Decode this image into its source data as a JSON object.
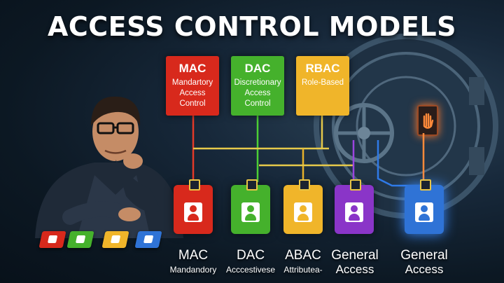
{
  "title": "ACCESS CONTROL MODELS",
  "models": [
    {
      "abbr": "MAC",
      "desc": [
        "Mandartory",
        "Access",
        "Control"
      ],
      "color": "#d8291c"
    },
    {
      "abbr": "DAC",
      "desc": [
        "Discretionary",
        "Access",
        "Control"
      ],
      "color": "#45b12c"
    },
    {
      "abbr": "RBAC",
      "desc": [
        "Role-Based"
      ],
      "color": "#f0b52a"
    }
  ],
  "badges": [
    {
      "line1": "MAC",
      "line2": "Mandandory",
      "color": "#d8291c"
    },
    {
      "line1": "DAC",
      "line2": "Acccestivese",
      "color": "#45b12c"
    },
    {
      "line1": "ABAC",
      "line2": "Attributea-",
      "color": "#f0b52a"
    },
    {
      "line1": "General",
      "line2": "Access",
      "color": "#8a35c8"
    },
    {
      "line1": "General",
      "line2": "Access",
      "color": "#2f73d6"
    }
  ],
  "desk_cards": [
    "#d8291c",
    "#45b12c",
    "#f0b52a",
    "#2f73d6"
  ],
  "icons": [
    "person-icon",
    "vault-door-icon",
    "hand-scanner-icon",
    "id-badge-icon"
  ]
}
